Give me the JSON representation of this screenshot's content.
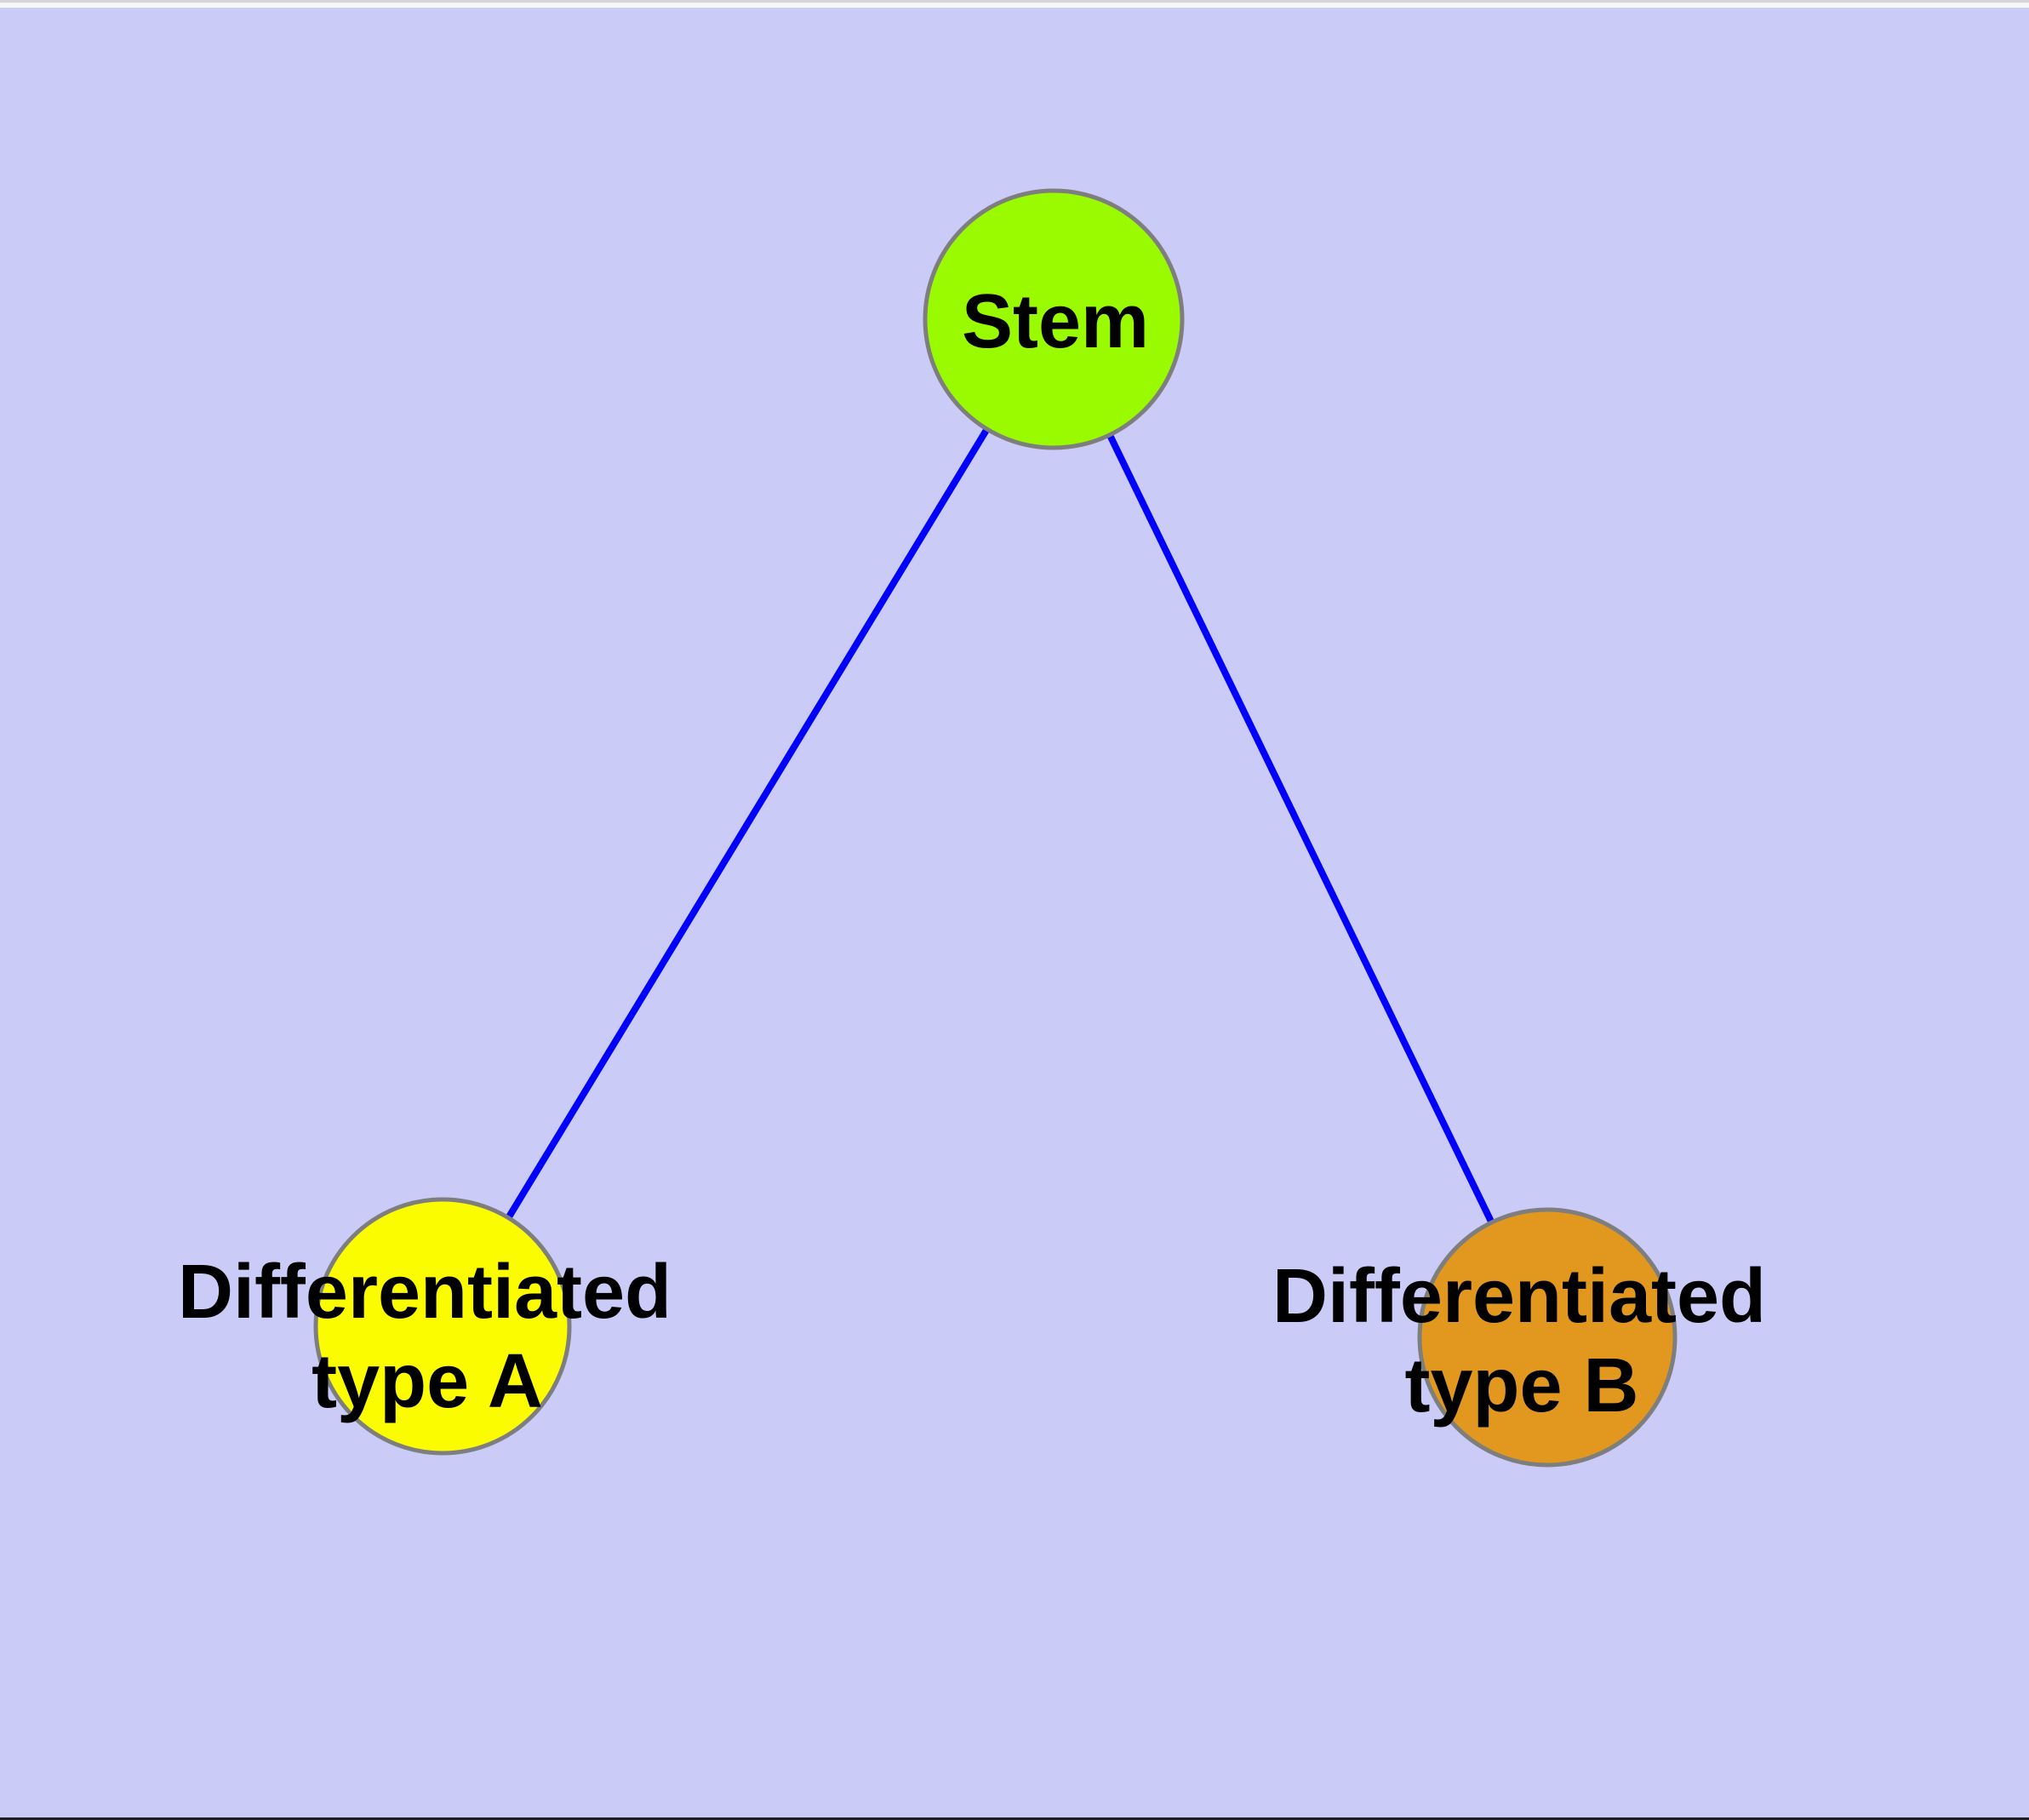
{
  "canvas": {
    "background": "#CBCBF8"
  },
  "frame": {
    "top_hairline_color": "#D4D4DA",
    "top_strip_color": "#F6F6F9",
    "bottom_edge_color": "#202020"
  },
  "graph": {
    "style": {
      "edge_color": "#0000FB",
      "edge_width": 8,
      "node_border_color": "#7E7E7E",
      "node_border_width": 5,
      "label_color": "#000000"
    },
    "nodes": [
      {
        "id": "stem",
        "label": "Stem",
        "label_lines": [
          "Stem"
        ],
        "color": "#9AFB00"
      },
      {
        "id": "differentiated-type-a",
        "label": "Differentiated type A",
        "label_lines": [
          "Differentiated",
          "type A"
        ],
        "color": "#FCFC00"
      },
      {
        "id": "differentiated-type-b",
        "label": "Differentiated type B",
        "label_lines": [
          "Differentiated",
          "type B"
        ],
        "color": "#E2981E"
      }
    ],
    "edges": [
      {
        "from": "stem",
        "to": "differentiated-type-a"
      },
      {
        "from": "stem",
        "to": "differentiated-type-b"
      }
    ]
  }
}
